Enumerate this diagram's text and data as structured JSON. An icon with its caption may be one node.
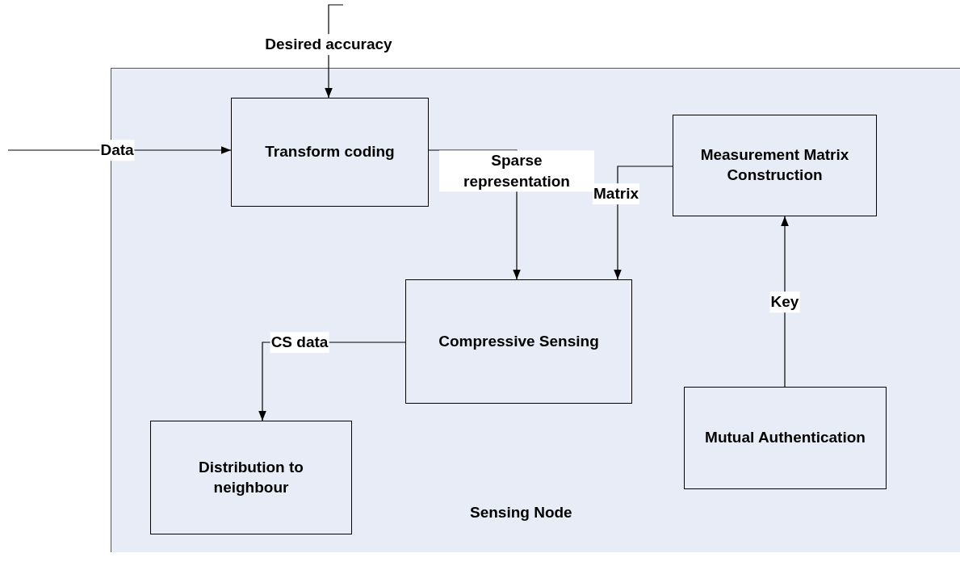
{
  "diagram": {
    "nodes": [
      {
        "text": [
          "Sensing Node"
        ]
      },
      {
        "text": [
          "Transform coding"
        ],
        "in": 0
      },
      {
        "text": [
          "Measurement Matrix Construction"
        ],
        "in": 0
      },
      {
        "text": [
          "Compressive Sensing"
        ],
        "in": 0
      },
      {
        "text": [
          "Distribution to neighbour"
        ],
        "in": 0
      },
      {
        "text": [
          "Mutual Authentication"
        ],
        "in": 0
      }
    ],
    "edges": [
      {
        "from": null,
        "to": 1,
        "arrow": "to",
        "label": "Data"
      },
      {
        "from": null,
        "to": 1,
        "arrow": "to",
        "label": "Desired accuracy"
      },
      {
        "from": 1,
        "to": 3,
        "arrow": "to",
        "label": "Sparse representation"
      },
      {
        "from": 2,
        "to": 3,
        "arrow": "to",
        "label": "Matrix"
      },
      {
        "from": 5,
        "to": 2,
        "arrow": "to",
        "label": "Key"
      },
      {
        "from": 3,
        "to": 4,
        "arrow": "to",
        "label": "CS data"
      }
    ]
  }
}
